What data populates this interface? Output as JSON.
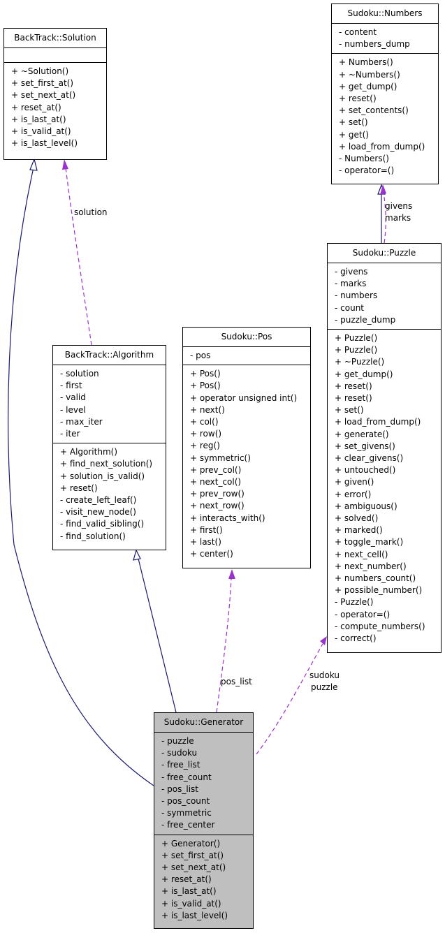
{
  "classes": {
    "solution": {
      "name": "BackTrack::Solution",
      "attributes": [],
      "methods": [
        "+ ~Solution()",
        "+ set_first_at()",
        "+ set_next_at()",
        "+ reset_at()",
        "+ is_last_at()",
        "+ is_valid_at()",
        "+ is_last_level()"
      ]
    },
    "numbers": {
      "name": "Sudoku::Numbers",
      "attributes": [
        "- content",
        "- numbers_dump"
      ],
      "methods": [
        "+ Numbers()",
        "+ ~Numbers()",
        "+ get_dump()",
        "+ reset()",
        "+ set_contents()",
        "+ set()",
        "+ get()",
        "+ load_from_dump()",
        "- Numbers()",
        "- operator=()"
      ]
    },
    "puzzle": {
      "name": "Sudoku::Puzzle",
      "attributes": [
        "- givens",
        "- marks",
        "- numbers",
        "- count",
        "- puzzle_dump"
      ],
      "methods": [
        "+ Puzzle()",
        "+ Puzzle()",
        "+ ~Puzzle()",
        "+ get_dump()",
        "+ reset()",
        "+ reset()",
        "+ set()",
        "+ load_from_dump()",
        "+ generate()",
        "+ set_givens()",
        "+ clear_givens()",
        "+ untouched()",
        "+ given()",
        "+ error()",
        "+ ambiguous()",
        "+ solved()",
        "+ marked()",
        "+ toggle_mark()",
        "+ next_cell()",
        "+ next_number()",
        "+ numbers_count()",
        "+ possible_number()",
        "- Puzzle()",
        "- operator=()",
        "- compute_numbers()",
        "- correct()"
      ]
    },
    "pos": {
      "name": "Sudoku::Pos",
      "attributes": [
        "- pos"
      ],
      "methods": [
        "+ Pos()",
        "+ Pos()",
        "+ operator unsigned int()",
        "+ next()",
        "+ col()",
        "+ row()",
        "+ reg()",
        "+ symmetric()",
        "+ prev_col()",
        "+ next_col()",
        "+ prev_row()",
        "+ next_row()",
        "+ interacts_with()",
        "+ first()",
        "+ last()",
        "+ center()"
      ]
    },
    "algorithm": {
      "name": "BackTrack::Algorithm",
      "attributes": [
        "- solution",
        "- first",
        "- valid",
        "- level",
        "- max_iter",
        "- iter"
      ],
      "methods": [
        "+ Algorithm()",
        "+ find_next_solution()",
        "+ solution_is_valid()",
        "+ reset()",
        "- create_left_leaf()",
        "- visit_new_node()",
        "- find_valid_sibling()",
        "- find_solution()"
      ]
    },
    "generator": {
      "name": "Sudoku::Generator",
      "attributes": [
        "- puzzle",
        "- sudoku",
        "- free_list",
        "- free_count",
        "- pos_list",
        "- pos_count",
        "- symmetric",
        "- free_center"
      ],
      "methods": [
        "+ Generator()",
        "+ set_first_at()",
        "+ set_next_at()",
        "+ reset_at()",
        "+ is_last_at()",
        "+ is_valid_at()",
        "+ is_last_level()"
      ]
    }
  },
  "edge_labels": {
    "solution": "solution",
    "givens": "givens",
    "marks": "marks",
    "pos_list": "pos_list",
    "sudoku": "sudoku",
    "puzzle": "puzzle"
  },
  "colors": {
    "inheritance": "#191970",
    "usage": "#9a32cd",
    "highlight": "#bfbfbf"
  }
}
